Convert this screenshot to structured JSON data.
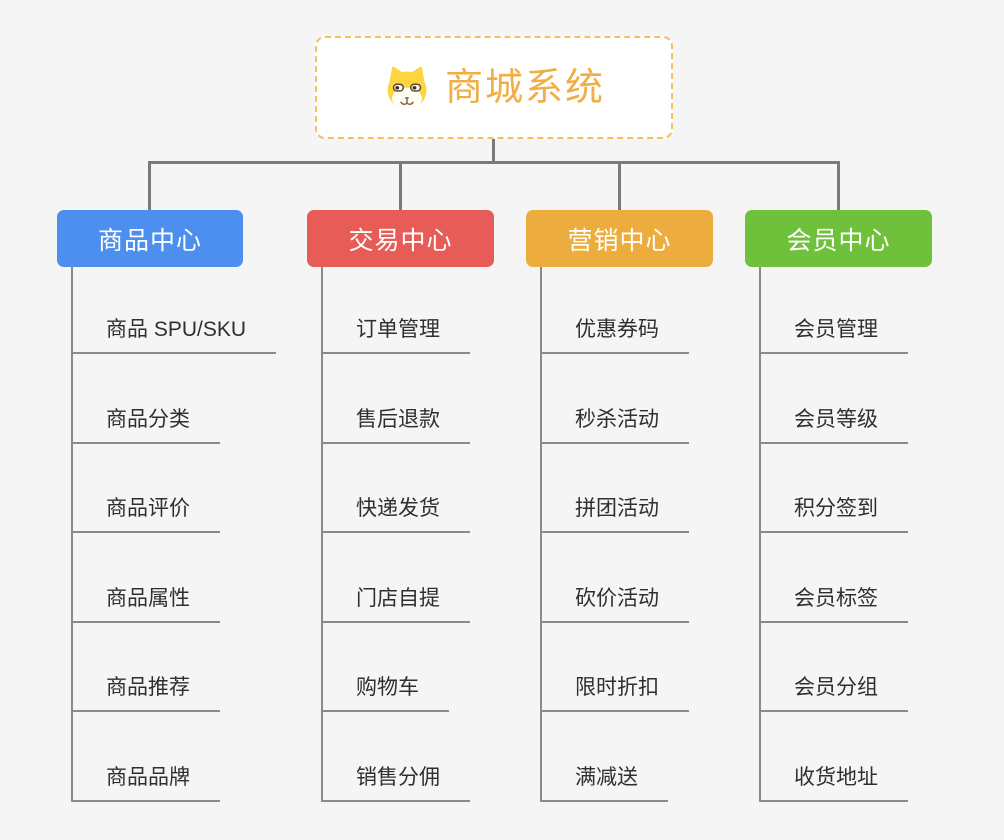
{
  "root": {
    "title": "商城系统",
    "icon": "dog-face-icon",
    "title_color": "#f0ae45",
    "border_color": "#f2c064",
    "background": "#ffffff"
  },
  "branches": [
    {
      "label": "商品中心",
      "color": "#4c8fee",
      "children": [
        "商品 SPU/SKU",
        "商品分类",
        "商品评价",
        "商品属性",
        "商品推荐",
        "商品品牌"
      ]
    },
    {
      "label": "交易中心",
      "color": "#e85c58",
      "children": [
        "订单管理",
        "售后退款",
        "快递发货",
        "门店自提",
        "购物车",
        "销售分佣"
      ]
    },
    {
      "label": "营销中心",
      "color": "#ecad3e",
      "children": [
        "优惠券码",
        "秒杀活动",
        "拼团活动",
        "砍价活动",
        "限时折扣",
        "满减送"
      ]
    },
    {
      "label": "会员中心",
      "color": "#6fc13c",
      "children": [
        "会员管理",
        "会员等级",
        "积分签到",
        "会员标签",
        "会员分组",
        "收货地址"
      ]
    }
  ],
  "colors": {
    "page_background": "#f5f5f5",
    "connector_line": "#7a7a7a",
    "leaf_line": "#8a8a8a",
    "leaf_text": "#2f2f2f",
    "branch_text": "#ffffff"
  }
}
